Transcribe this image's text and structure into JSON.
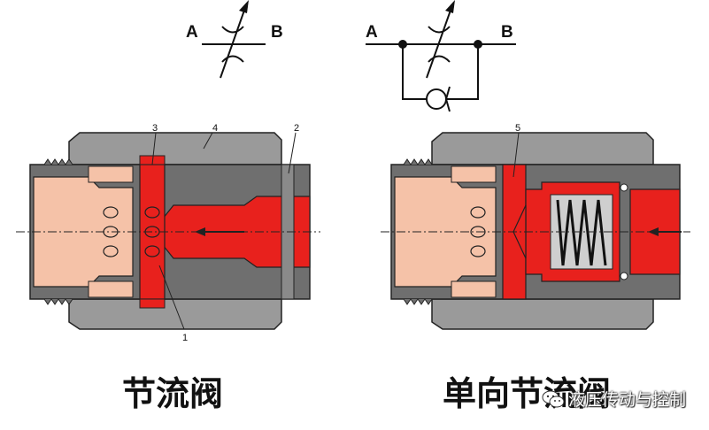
{
  "symbol_left": {
    "port_a": "A",
    "port_b": "B"
  },
  "symbol_right": {
    "port_a": "A",
    "port_b": "B"
  },
  "left_valve": {
    "title": "节流阀",
    "part_labels": [
      "3",
      "4",
      "2",
      "1"
    ]
  },
  "right_valve": {
    "title": "单向节流阀",
    "part_labels": [
      "5"
    ]
  },
  "watermark": {
    "text": "液压传动与控制",
    "icon": "wechat-icon"
  },
  "colors": {
    "housing": "#6f6f6f",
    "housing_light": "#9a9a9a",
    "inlet_red": "#e8211d",
    "outlet_pink": "#f5c2a8",
    "outline": "#222222"
  }
}
